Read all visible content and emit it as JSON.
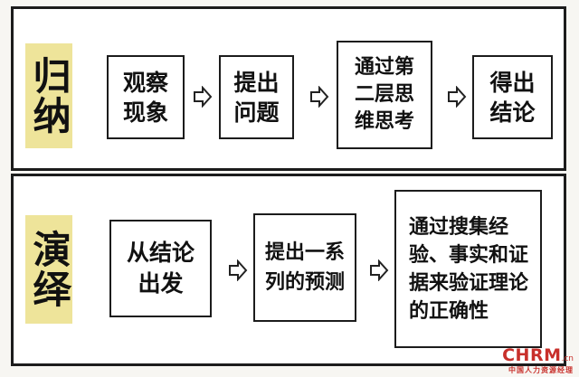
{
  "induction": {
    "label": "归纳",
    "steps": [
      "观察现象",
      "提出问题",
      "通过第二层思维思考",
      "得出结论"
    ]
  },
  "deduction": {
    "label": "演绎",
    "steps": [
      "从结论出发",
      "提出一系列的预测",
      "通过搜集经验、事实和证据来验证理论的正确性"
    ]
  },
  "watermark": {
    "brand": "CHRM",
    "domain": ".cn",
    "tagline": "中国人力资源经理"
  },
  "colors": {
    "tag_fill": "#eee49a",
    "border": "#1c1c1c",
    "watermark": "#c8302b"
  }
}
